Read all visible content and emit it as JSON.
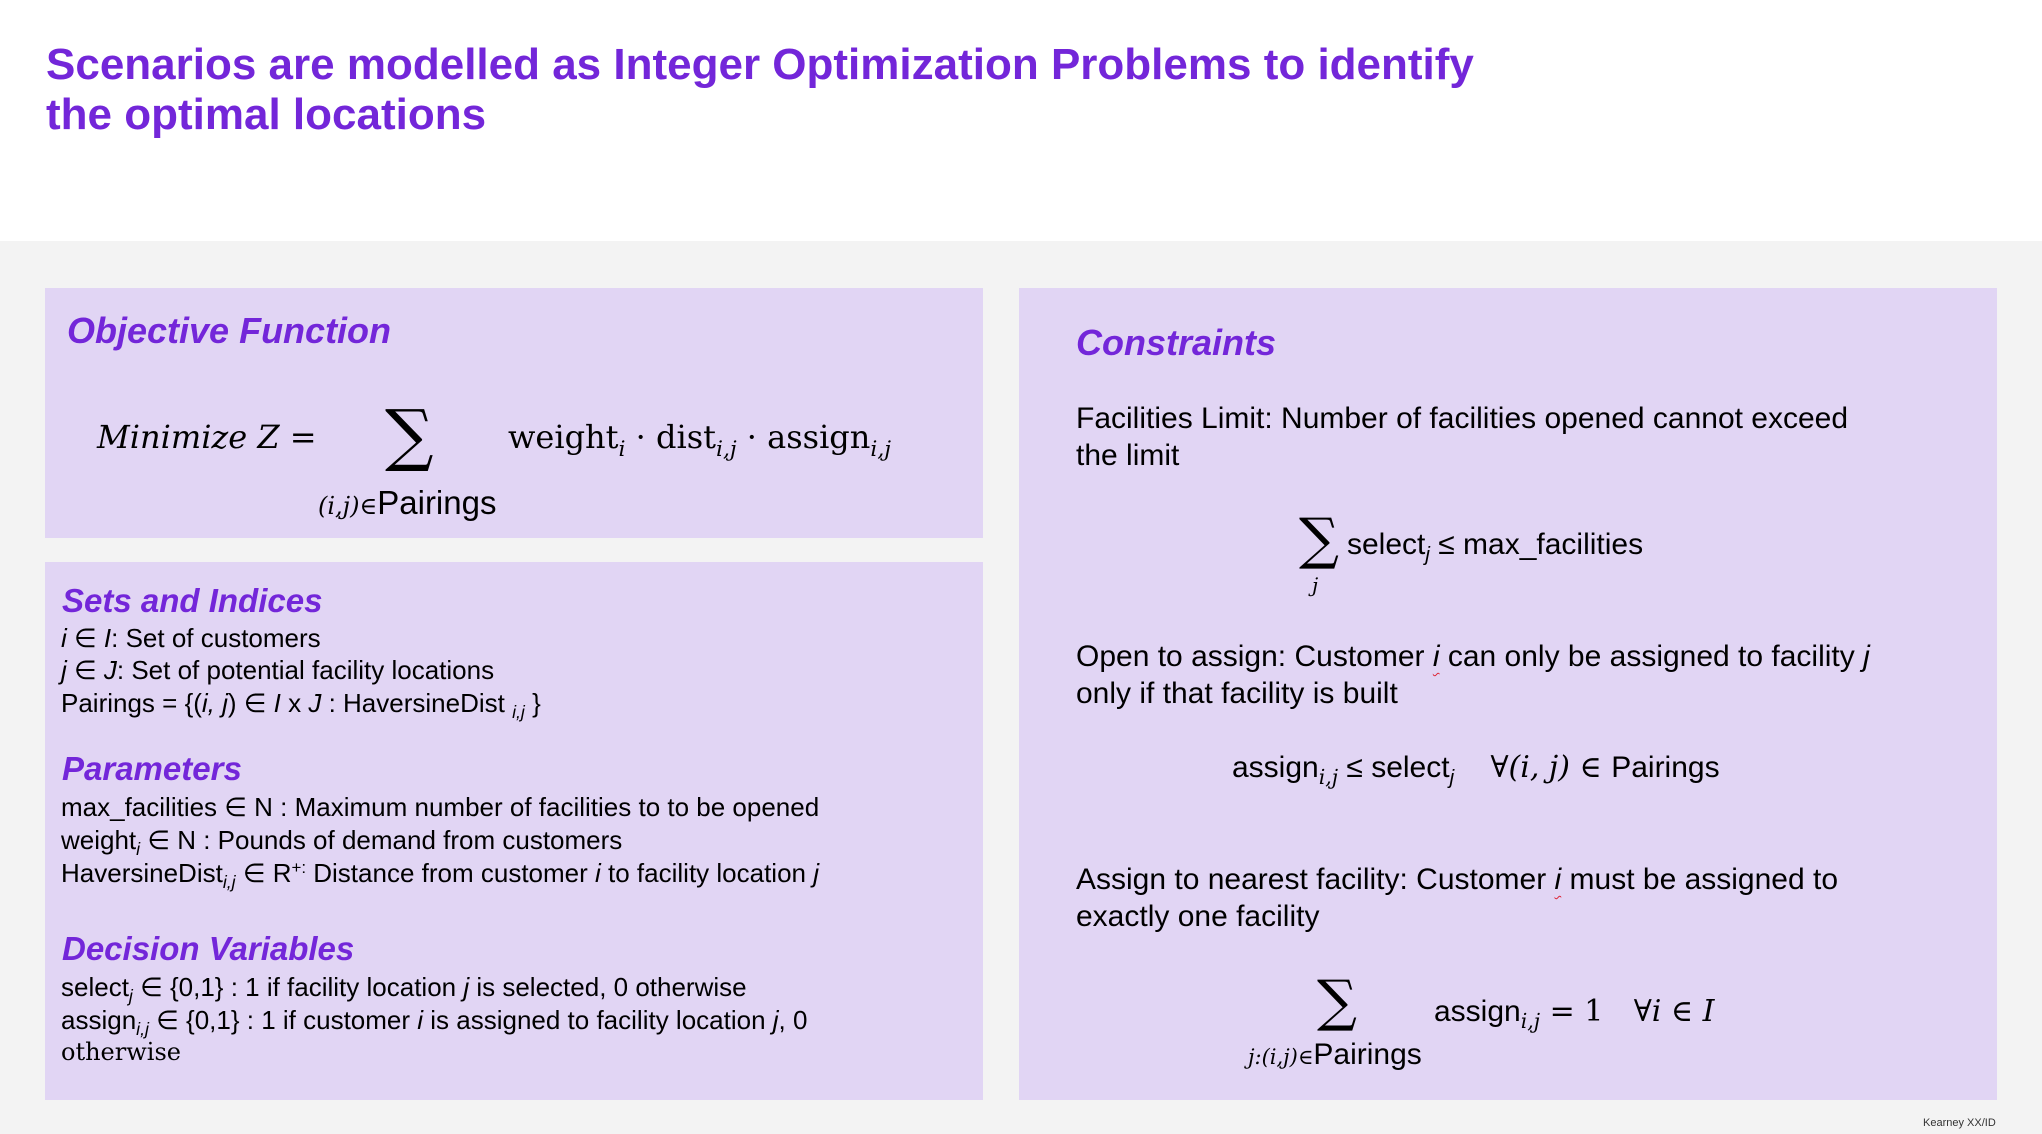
{
  "title": {
    "line1": "Scenarios are modelled as Integer Optimization Problems to identify",
    "line2": "the optimal locations"
  },
  "objective": {
    "heading": "Objective Function",
    "minimize": "Minimize Z =",
    "sum_symbol": "∑",
    "sum_sub_vars": "(i,j)∈",
    "sum_sub_set": "Pairings",
    "w": "weight",
    "w_sub": "i",
    "dot1": "·",
    "d": "dist",
    "d_sub": "i,j",
    "dot2": "·",
    "a": "assign",
    "a_sub": "i,j"
  },
  "sets": {
    "heading": "Sets and Indices",
    "l1_var": "i",
    "l1_in": " ∈ ",
    "l1_set": "I",
    "l1_text": ": Set of customers",
    "l2_var": "j",
    "l2_in": " ∈ ",
    "l2_set": "J",
    "l2_text": ": Set of potential facility locations",
    "l3_a": "Pairings = {(",
    "l3_i": "i, j",
    "l3_b": ") ∈ ",
    "l3_I": "I",
    "l3_x": " x ",
    "l3_J": "J",
    "l3_c": " : HaversineDist ",
    "l3_sub": "i,j",
    "l3_d": " }"
  },
  "params": {
    "heading": "Parameters",
    "l1": "max_facilities ∈ N : Maximum number of facilities to to be opened",
    "l2_a": "weight",
    "l2_sub": "i",
    "l2_b": " ∈ N : Pounds of demand from customers",
    "l3_a": "HaversineDist",
    "l3_sub": "i,j",
    "l3_b": " ∈ R",
    "l3_sup": "+:",
    "l3_c": " Distance from customer ",
    "l3_i": "i",
    "l3_d": " to facility location ",
    "l3_j": "j"
  },
  "decisions": {
    "heading": "Decision Variables",
    "l1_a": "select",
    "l1_sub": "j",
    "l1_b": " ∈ {0,1} : 1 if facility location ",
    "l1_j": "j",
    "l1_c": " is selected, 0 otherwise",
    "l2_a": "assign",
    "l2_sub": "i,j",
    "l2_b": " ∈ {0,1} : 1 if customer ",
    "l2_i": "i",
    "l2_c": " is assigned to facility location ",
    "l2_j": "j",
    "l2_d": ", 0",
    "l3": "otherwise"
  },
  "constraints": {
    "heading": "Constraints",
    "c1_line1": "Facilities Limit: Number of facilities opened cannot exceed",
    "c1_line2": "the limit",
    "c1_sigma": "∑",
    "c1_sigma_sub": "j",
    "c1_sel": "select",
    "c1_sel_sub": "j",
    "c1_rest": " ≤ max_facilities",
    "c2_a": "Open to assign: Customer ",
    "c2_i": "i",
    "c2_b": " can only be assigned to facility ",
    "c2_j": "j",
    "c2_line2": "only if that facility is built",
    "c2_assign": "assign",
    "c2_assign_sub": "i,j",
    "c2_le": " ≤ ",
    "c2_sel": "select",
    "c2_sel_sub": "j",
    "c2_forall": "∀(i, j) ∈ ",
    "c2_set": "Pairings",
    "c3_a": "Assign to nearest facility: Customer ",
    "c3_i": "i",
    "c3_b": " must be assigned to",
    "c3_line2": "exactly one facility",
    "c3_sigma": "∑",
    "c3_sub_vars": "j:(i,j)∈",
    "c3_sub_set": "Pairings",
    "c3_assign": "assign",
    "c3_assign_sub": "i,j",
    "c3_eq": " = 1",
    "c3_forall": "∀i ∈ I"
  },
  "footer": "Kearney XX/ID",
  "colors": {
    "accent": "#7326d9",
    "panel": "#e1d5f4",
    "band": "#f3f3f3"
  }
}
